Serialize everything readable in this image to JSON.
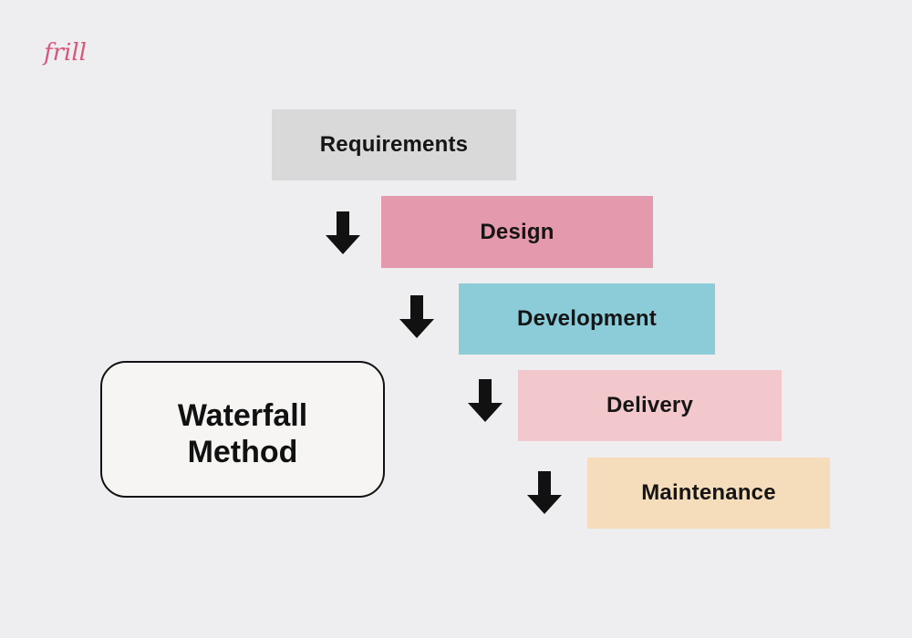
{
  "logo": {
    "text": "frill"
  },
  "diagram": {
    "title": "Waterfall Method",
    "stages": [
      {
        "label": "Requirements",
        "color": "#d9d9d9"
      },
      {
        "label": "Design",
        "color": "#e599ac"
      },
      {
        "label": "Development",
        "color": "#8ccbd8"
      },
      {
        "label": "Delivery",
        "color": "#f2c8cc"
      },
      {
        "label": "Maintenance",
        "color": "#f5dcbb"
      }
    ],
    "arrow_icon": "arrow-down-icon",
    "arrow_color": "#111111",
    "logo_color": "#d9557a"
  }
}
